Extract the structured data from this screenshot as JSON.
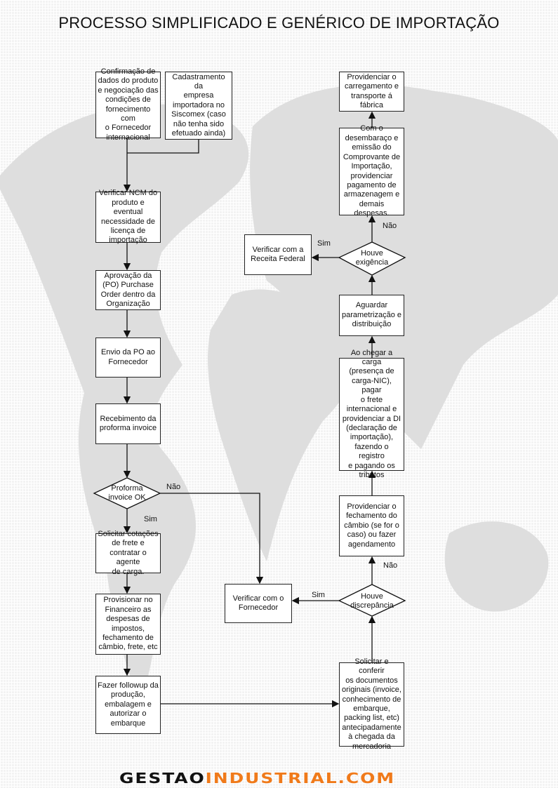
{
  "title": "PROCESSO SIMPLIFICADO E GENÉRICO DE IMPORTAÇÃO",
  "left_steps": {
    "confirmacao": "Confirmação de\ndados do produto\ne negociação das\ncondições de\nfornecimento com\no Fornecedor\ninternacional",
    "cadastramento": "Cadastramento da\nempresa\nimportadora no\nSiscomex (caso\nnão tenha sido\nefetuado ainda)",
    "ncm": "Verificar NCM do\nproduto e eventual\nnecessidade de\nlicença de\nimportação",
    "aprovacao": "Aprovação da\n(PO) Purchase\nOrder dentro da\nOrganização",
    "envio": "Envio da PO ao\nFornecedor",
    "recebimento": "Recebimento da\nproforma invoice",
    "proforma_ok": "Proforma\ninvoice OK",
    "cotacoes": "Solicitar cotações\nde frete e\ncontratar o agente\nde carga.",
    "provisionar": "Provisionar no\nFinanceiro as\ndespesas de\nimpostos,\nfechamento de\ncâmbio, frete, etc",
    "followup": "Fazer followup da\nprodução,\nembalagem e\nautorizar o\nembarque"
  },
  "right_steps": {
    "carregamento": "Providenciar o\ncarregamento e\ntransporte á\nfábrica",
    "desembaraco": "Com o\ndesembaraço e\nemissão do\nComprovante de\nImportação,\nprovidenciar\npagamento de\narmazenagem e\ndemais despesas.",
    "exigencia": "Houve\nexigência",
    "receita": "Verificar com a\nReceita Federal",
    "aguardar": "Aguardar\nparametrização e\ndistribuição",
    "chegar": "Ao chegar a carga\n(presença de\ncarga-NIC), pagar\no frete\ninternacional e\nprovidenciar a DI\n(declaração de\nimportação),\nfazendo o registro\ne pagando os\ntributos",
    "cambio": "Providenciar o\nfechamento do\ncâmbio (se for o\ncaso) ou fazer\nagendamento",
    "discrepancia": "Houve\ndiscrepância",
    "fornecedor": "Verificar com o\nFornecedor",
    "documentos": "Solicitar e conferir\nos documentos\noriginais (invoice,\nconhecimento de\nembarque,\npacking list, etc)\nantecipadamente\nà chegada da\nmercadoria"
  },
  "labels": {
    "nao1": "Não",
    "sim1": "Sim",
    "nao2": "Não",
    "sim2": "Sim",
    "nao3": "Não",
    "sim3": "Sim"
  },
  "logo": {
    "part1": "GESTAO",
    "part2": "INDUSTRIAL.COM"
  },
  "colors": {
    "logo_accent": "#f07a1a",
    "map": "#dcdcdc"
  }
}
